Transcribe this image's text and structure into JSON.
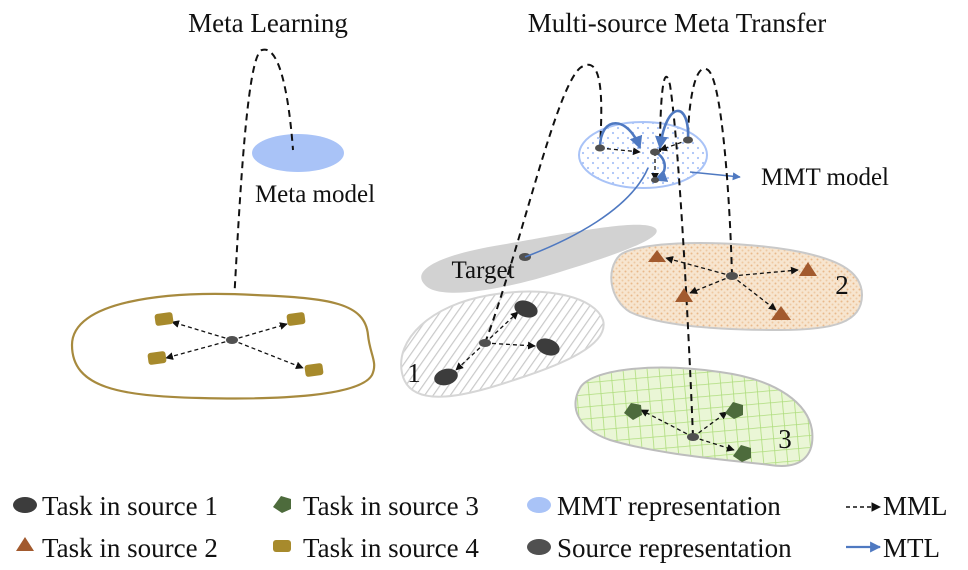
{
  "titles": {
    "left": "Meta Learning",
    "right": "Multi-source Meta Transfer"
  },
  "labels": {
    "meta_model": "Meta model",
    "mmt_model": "MMT model",
    "target": "Target",
    "source1": "1",
    "source2": "2",
    "source3": "3"
  },
  "legend": {
    "task_source1": "Task in source 1",
    "task_source2": "Task in source 2",
    "task_source3": "Task in source 3",
    "task_source4": "Task in source 4",
    "mmt_representation": "MMT representation",
    "source_representation": "Source representation",
    "mml": "MML",
    "mtl": "MTL"
  },
  "colors": {
    "meta_model_fill": "#a9c3f7",
    "mtl_arrow": "#4f79c1",
    "source4_outline": "#a78a3e",
    "source4_task": "#a78a2c",
    "source2_fill": "#f6e2cb",
    "source2_task": "#a25a2e",
    "source3_fill": "#e7f4cc",
    "source3_grid": "#aedd7c",
    "source3_task": "#4d6b3c",
    "source1_task": "#3c3c3c",
    "target_fill": "#d2d2d2",
    "representation_dot": "#505050"
  },
  "icons": {
    "task_source1": "dark-ellipse",
    "task_source2": "brown-triangle",
    "task_source3": "green-pentagon",
    "task_source4": "olive-rounded-rect",
    "mmt_representation": "light-blue-ellipse",
    "source_representation": "gray-ellipse",
    "mml": "dashed-arrow",
    "mtl": "blue-arrow"
  }
}
